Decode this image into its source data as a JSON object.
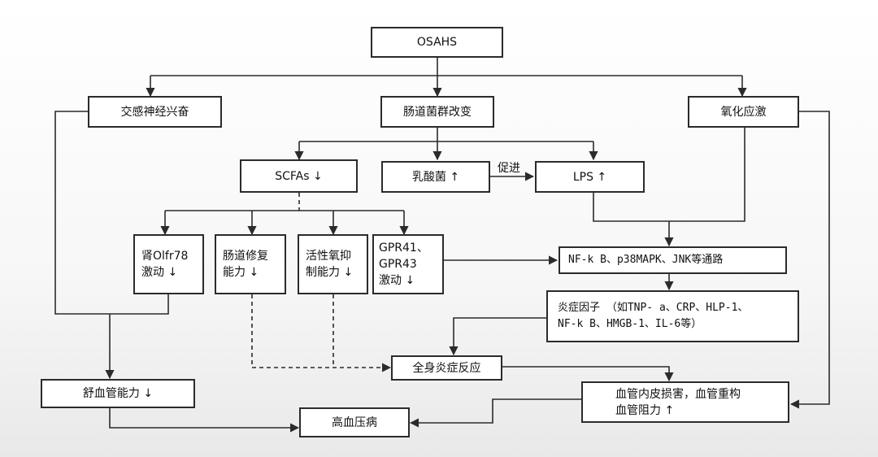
{
  "nodes": {
    "osahs": "OSAHS",
    "sympathetic": "交感神经兴奋",
    "gut_flora": "肠道菌群改变",
    "oxidative": "氧化应激",
    "scfas": "SCFAs ↓",
    "lactobacillus": "乳酸菌 ↑",
    "lps": "LPS ↑",
    "olfr78": [
      "肾Olfr78",
      "激动 ↓"
    ],
    "gut_repair": [
      "肠道修复",
      "能力 ↓"
    ],
    "antioxidant": [
      "活性氧抑",
      "制能力 ↓"
    ],
    "gpr": [
      "GPR41、",
      "GPR43",
      "激动 ↓"
    ],
    "pathways": "NF-k B、p38MAPK、JNK等通路",
    "inflammatory_factors": [
      "炎症因子 （如TNP- a、CRP、HLP-1、",
      "NF-k B、HMGB-1、IL-6等）"
    ],
    "systemic_inflammation": "全身炎症反应",
    "endothelial": [
      "血管内皮损害，血管重构",
      "血管阻力 ↑"
    ],
    "vasodilation": "舒血管能力 ↓",
    "hypertension": "高血压病"
  },
  "edge_labels": {
    "promote": "促进"
  },
  "colors": {
    "line": "#2b2b2b",
    "box_border": "#2b2b2b",
    "box_fill": "#ffffff"
  }
}
